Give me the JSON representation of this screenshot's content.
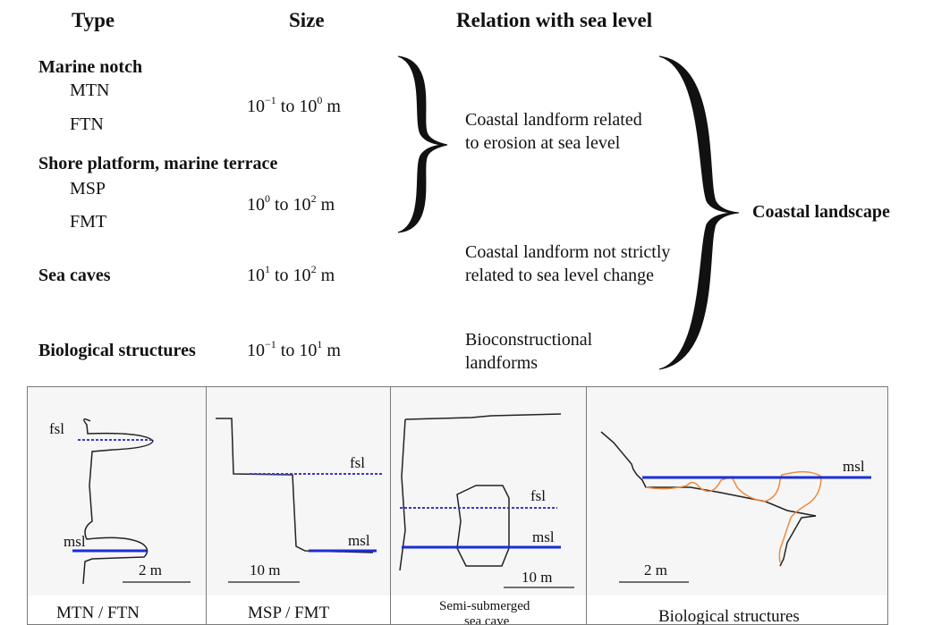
{
  "headers": {
    "type": "Type",
    "size": "Size",
    "relation": "Relation with sea level"
  },
  "groups": {
    "marine_notch": {
      "title": "Marine notch",
      "sub1": "MTN",
      "sub2": "FTN",
      "size_base": "10",
      "size_exp": "−1",
      "size_mid": " to 10",
      "size_exp2": "0",
      "size_unit": " m"
    },
    "shore_platform": {
      "title": "Shore platform, marine terrace",
      "sub1": "MSP",
      "sub2": "FMT",
      "size_base": "10",
      "size_exp": "0",
      "size_mid": " to 10",
      "size_exp2": "2",
      "size_unit": " m"
    },
    "sea_caves": {
      "title": "Sea caves",
      "size_base": "10",
      "size_exp": "1",
      "size_mid": " to 10",
      "size_exp2": "2",
      "size_unit": " m"
    },
    "biological": {
      "title": "Biological structures",
      "size_base": "10",
      "size_exp": "−1",
      "size_mid": " to 10",
      "size_exp2": "1",
      "size_unit": " m"
    }
  },
  "relations": {
    "erosion": "Coastal landform related to erosion at sea level",
    "not_related": "Coastal landform not strictly related to sea level change",
    "bioconstructional": "Bioconstructional landforms"
  },
  "landscape": "Coastal landscape",
  "panels": [
    {
      "caption": "MTN / FTN",
      "labels": {
        "fsl": "fsl",
        "msl": "msl",
        "scale": "2 m"
      }
    },
    {
      "caption": "MSP / FMT",
      "labels": {
        "fsl": "fsl",
        "msl": "msl",
        "scale": "10 m"
      }
    },
    {
      "caption_line1": "Semi-submerged",
      "caption_line2": "sea cave",
      "labels": {
        "fsl": "fsl",
        "msl": "msl",
        "scale": "10 m"
      }
    },
    {
      "caption": "Biological structures",
      "labels": {
        "msl": "msl",
        "scale": "2 m"
      }
    }
  ],
  "colors": {
    "msl_line": "#1a2fd6",
    "fsl_line": "#3a3ad0",
    "profile": "#222222",
    "bio_outline": "#f08a3c"
  }
}
